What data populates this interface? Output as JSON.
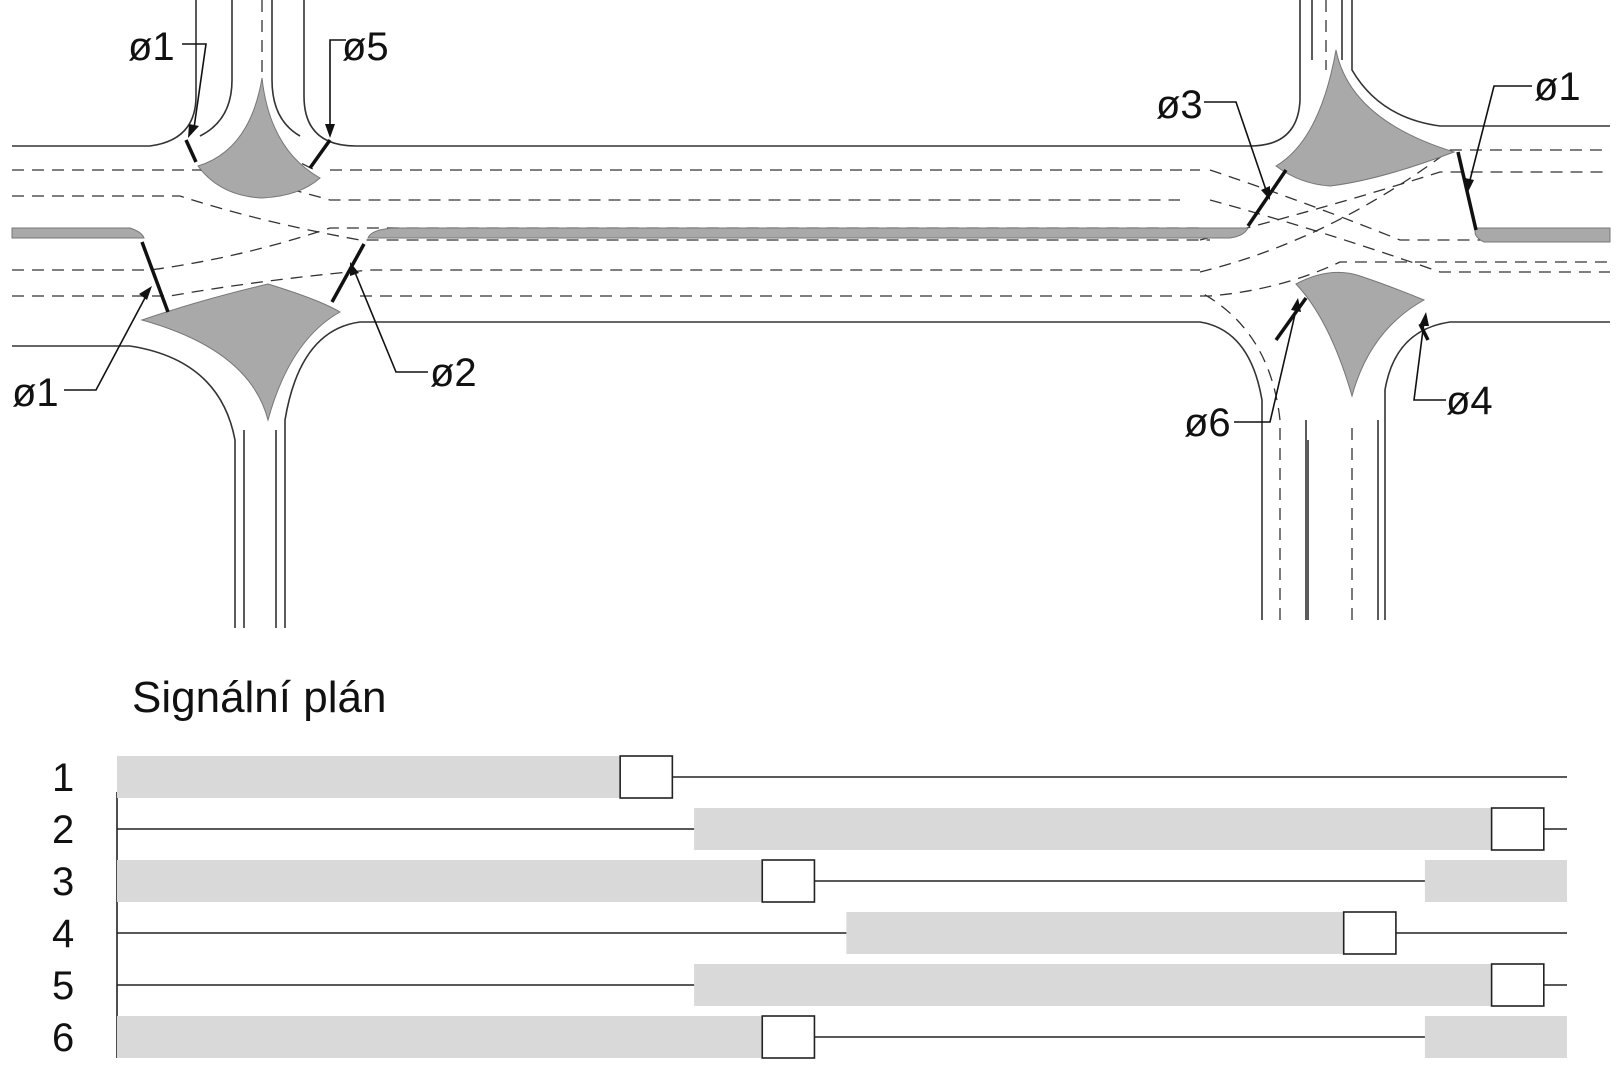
{
  "phase_labels": {
    "w_top_left": "ø1",
    "w_top_right": "ø5",
    "w_bottom_left": "ø1",
    "w_bottom_right": "ø2",
    "e_top_left": "ø3",
    "e_top_right": "ø1",
    "e_bottom_left": "ø6",
    "e_bottom_right": "ø4"
  },
  "signal_plan": {
    "title": "Signální plán",
    "rows": [
      {
        "label": "1",
        "green": [
          [
            0.0,
            0.347
          ]
        ],
        "amber": [
          0.347,
          0.383
        ]
      },
      {
        "label": "2",
        "green": [
          [
            0.398,
            0.948
          ]
        ],
        "amber": [
          0.948,
          0.984
        ]
      },
      {
        "label": "3",
        "green": [
          [
            0.0,
            0.445
          ],
          [
            0.902,
            1.0
          ]
        ],
        "amber": [
          0.445,
          0.481
        ]
      },
      {
        "label": "4",
        "green": [
          [
            0.503,
            0.846
          ]
        ],
        "amber": [
          0.846,
          0.882
        ]
      },
      {
        "label": "5",
        "green": [
          [
            0.398,
            0.948
          ]
        ],
        "amber": [
          0.948,
          0.984
        ]
      },
      {
        "label": "6",
        "green": [
          [
            0.0,
            0.445
          ],
          [
            0.902,
            1.0
          ]
        ],
        "amber": [
          0.445,
          0.481
        ]
      }
    ]
  },
  "colors": {
    "green_bar": "#d9d9d9",
    "amber_box": "#ffffff",
    "island": "#a9a9a9"
  }
}
